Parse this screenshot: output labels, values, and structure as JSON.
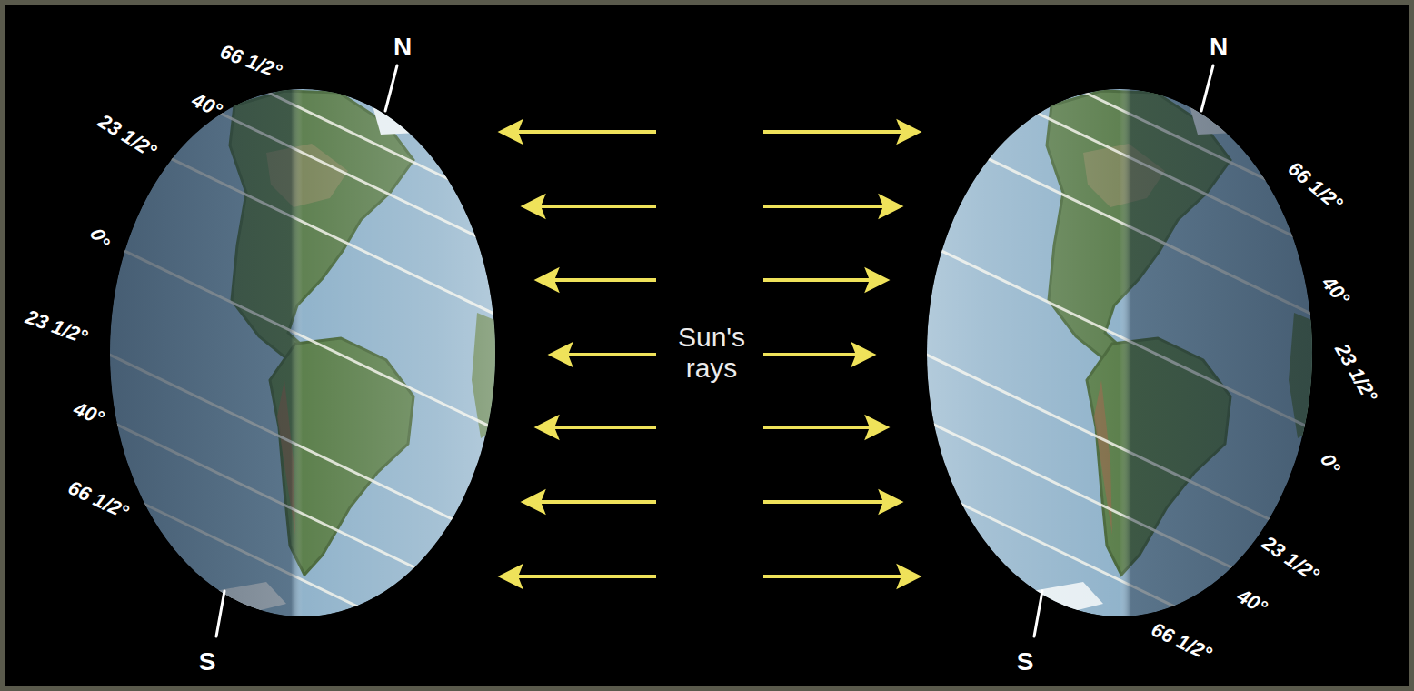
{
  "diagram": {
    "labels": [
      "N",
      "66 1/2°",
      "40°",
      "23 1/2°",
      "0°",
      "23 1/2°",
      "40°",
      "66 1/2°",
      "S",
      "Sun's rays",
      "N",
      "66 1/2°",
      "40°",
      "23 1/2°",
      "0°",
      "23 1/2°",
      "40°",
      "66 1/2°",
      "S"
    ]
  }
}
